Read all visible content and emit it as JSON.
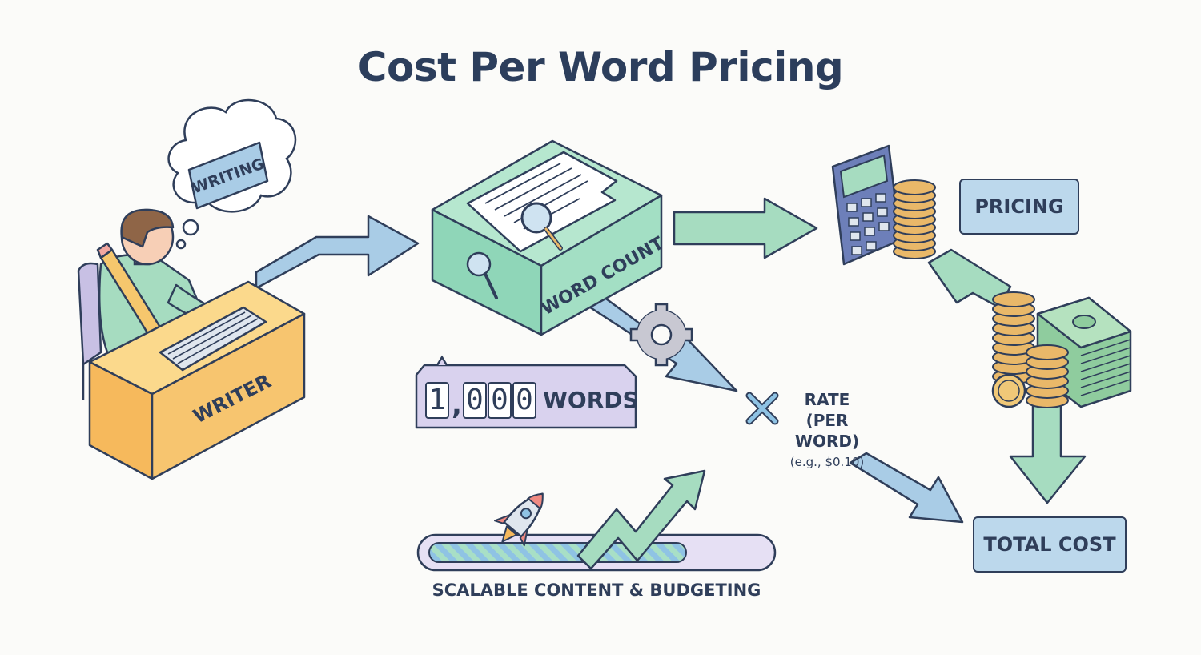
{
  "title": "Cost Per Word Pricing",
  "writer": {
    "thought": "WRITING",
    "desk_label": "WRITER"
  },
  "word_count_box": {
    "label": "WORD COUNT"
  },
  "counter": {
    "digits": [
      "1",
      "0",
      "0",
      "0"
    ],
    "separator": ",",
    "unit": "WORDS"
  },
  "operator": "×",
  "rate": {
    "line1": "RATE",
    "line2": "(PER WORD)",
    "example": "(e.g., $0.10)"
  },
  "pricing_label": "PRICING",
  "total_label": "TOTAL COST",
  "scalable": {
    "caption": "SCALABLE CONTENT & BUDGETING",
    "progress": 0.75
  },
  "colors": {
    "blue": "#a9cce6",
    "green": "#a6dcc0",
    "teal": "#8fd6b8",
    "desk": "#f6be72",
    "purple": "#d9d2ee",
    "coin": "#e9b869",
    "dark": "#2f3e5a"
  },
  "icons": [
    "thought-bubble-icon",
    "pencil-icon",
    "keyboard-icon",
    "document-icon",
    "magnifier-icon",
    "gear-icon",
    "calculator-icon",
    "coin-stack-icon",
    "cash-stack-icon",
    "rocket-icon",
    "trend-arrow-icon",
    "multiply-icon"
  ]
}
